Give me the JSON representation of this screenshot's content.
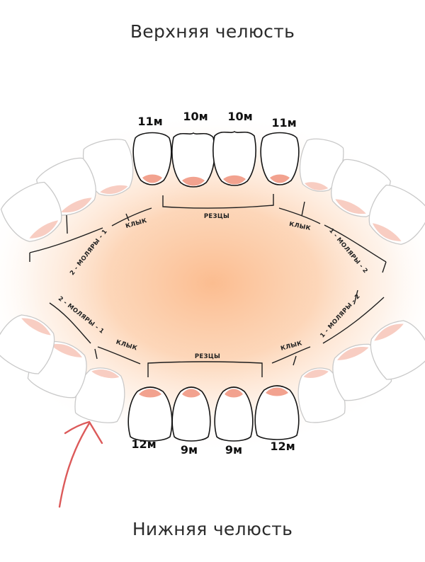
{
  "titles": {
    "upper": "Верхняя челюсть",
    "lower": "Нижняя челюсть"
  },
  "colors": {
    "glow": "#fbb98a",
    "gum": "#f2a28f",
    "arrow": "#dc5a5a",
    "outline": "#151515"
  },
  "icons": {
    "pointer": "hand-drawn-arrow-icon"
  },
  "upper": {
    "ages": [
      "11м",
      "10м",
      "10м",
      "11м"
    ],
    "groups": {
      "incisors": "РЕЗЦЫ",
      "canine_left": "КЛЫК",
      "canine_right": "КЛЫК",
      "molars_left": "2 - МОЛЯРЫ - 1",
      "molars_right": "1 - МОЛЯРЫ - 2"
    }
  },
  "lower": {
    "ages": [
      "12м",
      "9м",
      "9м",
      "12м"
    ],
    "groups": {
      "incisors": "РЕЗЦЫ",
      "canine_left": "КЛЫК",
      "canine_right": "КЛЫК",
      "molars_left": "2 - МОЛЯРЫ - 1",
      "molars_right": "1 - МОЛЯРЫ - 2"
    }
  }
}
